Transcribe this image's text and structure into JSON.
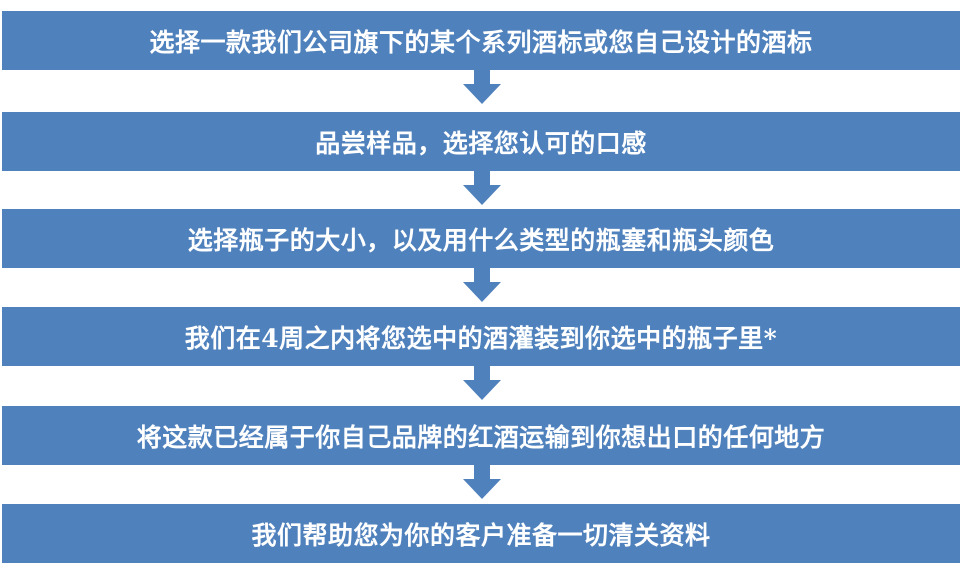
{
  "colors": {
    "box_fill": "#4f81bd",
    "box_text": "#ffffff",
    "arrow_fill": "#4f81bd"
  },
  "steps": [
    "选择一款我们公司旗下的某个系列酒标或您自己设计的酒标",
    "品尝样品，选择您认可的口感",
    "选择瓶子的大小，以及用什么类型的瓶塞和瓶头颜色",
    "我们在4周之内将您选中的酒灌装到你选中的瓶子里*",
    "将这款已经属于你自己品牌的红酒运输到你想出口的任何地方",
    "我们帮助您为你的客户准备一切清关资料"
  ],
  "arrows": [
    "down-arrow-icon",
    "down-arrow-icon",
    "down-arrow-icon",
    "down-arrow-icon",
    "down-arrow-icon"
  ]
}
